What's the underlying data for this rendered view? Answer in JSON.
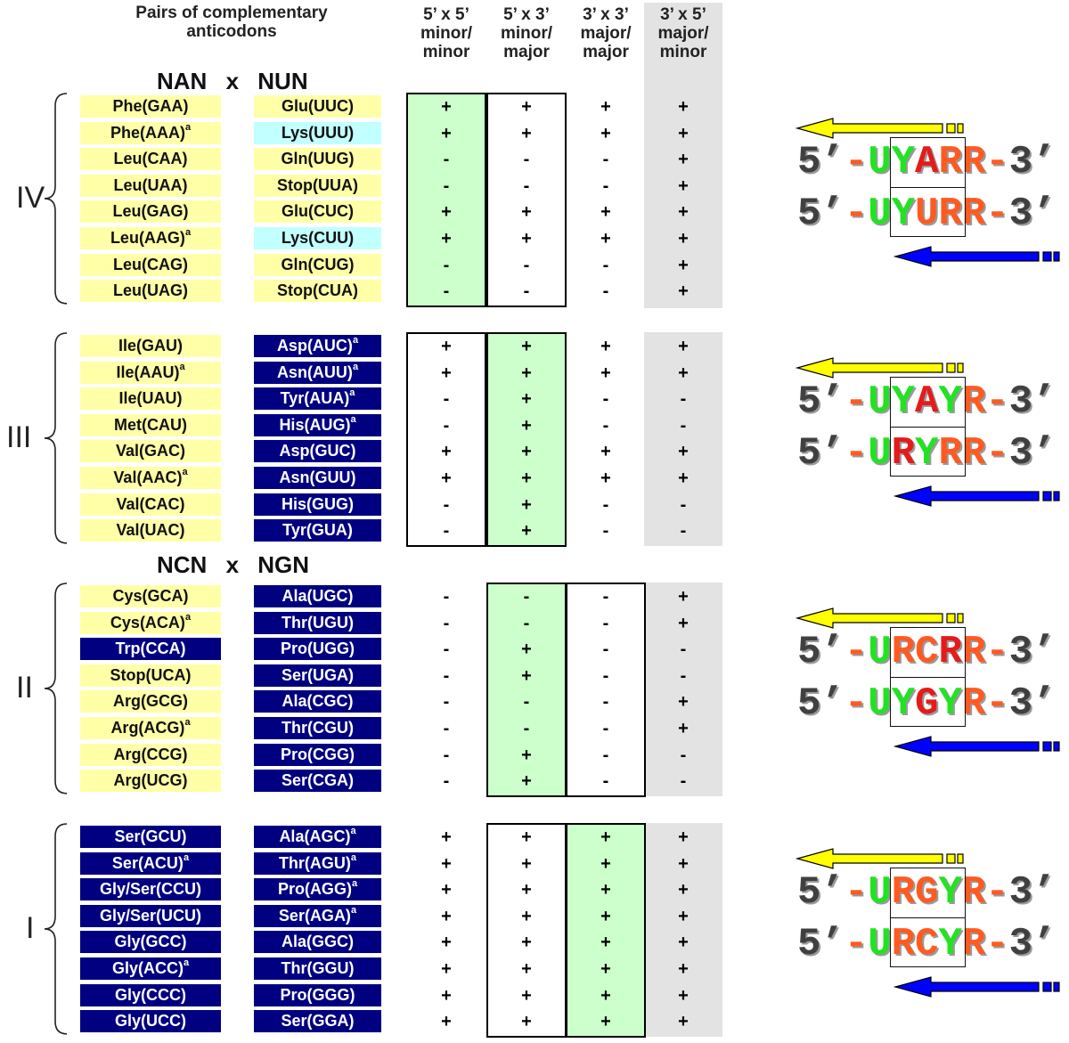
{
  "header": {
    "pairs_title_1": "Pairs of complementary",
    "pairs_title_2": "anticodons",
    "col_labels": [
      [
        "5’ x 5’",
        "minor/",
        "minor"
      ],
      [
        "5’ x 3’",
        "minor/",
        "major"
      ],
      [
        "3’ x 3’",
        "major/",
        "major"
      ],
      [
        "3’ x 5’",
        "major/",
        "minor"
      ]
    ]
  },
  "pair_titles": {
    "nan": [
      "NAN",
      "x",
      "NUN"
    ],
    "ncn": [
      "NCN",
      "x",
      "NGN"
    ]
  },
  "groups": [
    {
      "roman": "IV",
      "highlight_column": 0,
      "boxed_column": 1,
      "rows": [
        {
          "left": "Phe(GAA)",
          "left_sup": "",
          "left_color": "yellow",
          "right": "Glu(UUC)",
          "right_sup": "",
          "right_color": "yellow",
          "marks": [
            "+",
            "+",
            "+",
            "+"
          ]
        },
        {
          "left": "Phe(AAA)",
          "left_sup": "a",
          "left_color": "yellow",
          "right": "Lys(UUU)",
          "right_sup": "",
          "right_color": "cyan",
          "marks": [
            "+",
            "+",
            "+",
            "+"
          ]
        },
        {
          "left": "Leu(CAA)",
          "left_sup": "",
          "left_color": "yellow",
          "right": "Gln(UUG)",
          "right_sup": "",
          "right_color": "yellow",
          "marks": [
            "-",
            "-",
            "-",
            "+"
          ]
        },
        {
          "left": "Leu(UAA)",
          "left_sup": "",
          "left_color": "yellow",
          "right": "Stop(UUA)",
          "right_sup": "",
          "right_color": "yellow",
          "marks": [
            "-",
            "-",
            "-",
            "+"
          ]
        },
        {
          "left": "Leu(GAG)",
          "left_sup": "",
          "left_color": "yellow",
          "right": "Glu(CUC)",
          "right_sup": "",
          "right_color": "yellow",
          "marks": [
            "+",
            "+",
            "+",
            "+"
          ]
        },
        {
          "left": "Leu(AAG)",
          "left_sup": "a",
          "left_color": "yellow",
          "right": "Lys(CUU)",
          "right_sup": "",
          "right_color": "cyan",
          "marks": [
            "+",
            "+",
            "+",
            "+"
          ]
        },
        {
          "left": "Leu(CAG)",
          "left_sup": "",
          "left_color": "yellow",
          "right": "Gln(CUG)",
          "right_sup": "",
          "right_color": "yellow",
          "marks": [
            "-",
            "-",
            "-",
            "+"
          ]
        },
        {
          "left": "Leu(UAG)",
          "left_sup": "",
          "left_color": "yellow",
          "right": "Stop(CUA)",
          "right_sup": "",
          "right_color": "yellow",
          "marks": [
            "-",
            "-",
            "-",
            "+"
          ]
        }
      ],
      "motifs": [
        [
          [
            "5’-",
            "gray"
          ],
          [
            "U",
            "green"
          ],
          [
            "Y",
            "green"
          ],
          [
            "A",
            "red"
          ],
          [
            "R",
            "orange"
          ],
          [
            "R",
            "orange"
          ],
          [
            "-3’",
            "orangegray"
          ]
        ],
        [
          [
            "5’-",
            "gray"
          ],
          [
            "U",
            "green"
          ],
          [
            "Y",
            "green"
          ],
          [
            "U",
            "orange"
          ],
          [
            "R",
            "orange"
          ],
          [
            "R",
            "orange"
          ],
          [
            "-3’",
            "orangegray"
          ]
        ]
      ]
    },
    {
      "roman": "III",
      "highlight_column": 1,
      "boxed_column": 0,
      "rows": [
        {
          "left": "Ile(GAU)",
          "left_sup": "",
          "left_color": "yellow",
          "right": "Asp(AUC)",
          "right_sup": "a",
          "right_color": "blue",
          "marks": [
            "+",
            "+",
            "+",
            "+"
          ]
        },
        {
          "left": "Ile(AAU)",
          "left_sup": "a",
          "left_color": "yellow",
          "right": "Asn(AUU)",
          "right_sup": "a",
          "right_color": "blue",
          "marks": [
            "+",
            "+",
            "+",
            "+"
          ]
        },
        {
          "left": "Ile(UAU)",
          "left_sup": "",
          "left_color": "yellow",
          "right": "Tyr(AUA)",
          "right_sup": "a",
          "right_color": "blue",
          "marks": [
            "-",
            "+",
            "-",
            "-"
          ]
        },
        {
          "left": "Met(CAU)",
          "left_sup": "",
          "left_color": "yellow",
          "right": "His(AUG)",
          "right_sup": "a",
          "right_color": "blue",
          "marks": [
            "-",
            "+",
            "-",
            "-"
          ]
        },
        {
          "left": "Val(GAC)",
          "left_sup": "",
          "left_color": "yellow",
          "right": "Asp(GUC)",
          "right_sup": "",
          "right_color": "blue",
          "marks": [
            "+",
            "+",
            "+",
            "+"
          ]
        },
        {
          "left": "Val(AAC)",
          "left_sup": "a",
          "left_color": "yellow",
          "right": "Asn(GUU)",
          "right_sup": "",
          "right_color": "blue",
          "marks": [
            "+",
            "+",
            "+",
            "+"
          ]
        },
        {
          "left": "Val(CAC)",
          "left_sup": "",
          "left_color": "yellow",
          "right": "His(GUG)",
          "right_sup": "",
          "right_color": "blue",
          "marks": [
            "-",
            "+",
            "-",
            "-"
          ]
        },
        {
          "left": "Val(UAC)",
          "left_sup": "",
          "left_color": "yellow",
          "right": "Tyr(GUA)",
          "right_sup": "",
          "right_color": "blue",
          "marks": [
            "-",
            "+",
            "-",
            "-"
          ]
        }
      ],
      "motifs": [
        [
          [
            "5’-",
            "gray"
          ],
          [
            "U",
            "green"
          ],
          [
            "Y",
            "green"
          ],
          [
            "A",
            "red"
          ],
          [
            "Y",
            "green"
          ],
          [
            "R",
            "orange"
          ],
          [
            "-3’",
            "orangegray"
          ]
        ],
        [
          [
            "5’-",
            "gray"
          ],
          [
            "U",
            "green"
          ],
          [
            "R",
            "red"
          ],
          [
            "Y",
            "green"
          ],
          [
            "R",
            "orange"
          ],
          [
            "R",
            "orange"
          ],
          [
            "-3’",
            "orangegray"
          ]
        ]
      ]
    },
    {
      "roman": "II",
      "highlight_column": 1,
      "boxed_column": 2,
      "rows": [
        {
          "left": "Cys(GCA)",
          "left_sup": "",
          "left_color": "yellow",
          "right": "Ala(UGC)",
          "right_sup": "",
          "right_color": "blue",
          "marks": [
            "-",
            "-",
            "-",
            "+"
          ]
        },
        {
          "left": "Cys(ACA)",
          "left_sup": "a",
          "left_color": "yellow",
          "right": "Thr(UGU)",
          "right_sup": "",
          "right_color": "blue",
          "marks": [
            "-",
            "-",
            "-",
            "+"
          ]
        },
        {
          "left": "Trp(CCA)",
          "left_sup": "",
          "left_color": "blue",
          "right": "Pro(UGG)",
          "right_sup": "",
          "right_color": "blue",
          "marks": [
            "-",
            "+",
            "-",
            "-"
          ]
        },
        {
          "left": "Stop(UCA)",
          "left_sup": "",
          "left_color": "yellow",
          "right": "Ser(UGA)",
          "right_sup": "",
          "right_color": "blue",
          "marks": [
            "-",
            "+",
            "-",
            "-"
          ]
        },
        {
          "left": "Arg(GCG)",
          "left_sup": "",
          "left_color": "yellow",
          "right": "Ala(CGC)",
          "right_sup": "",
          "right_color": "blue",
          "marks": [
            "-",
            "-",
            "-",
            "+"
          ]
        },
        {
          "left": "Arg(ACG)",
          "left_sup": "a",
          "left_color": "yellow",
          "right": "Thr(CGU)",
          "right_sup": "",
          "right_color": "blue",
          "marks": [
            "-",
            "-",
            "-",
            "+"
          ]
        },
        {
          "left": "Arg(CCG)",
          "left_sup": "",
          "left_color": "yellow",
          "right": "Pro(CGG)",
          "right_sup": "",
          "right_color": "blue",
          "marks": [
            "-",
            "+",
            "-",
            "-"
          ]
        },
        {
          "left": "Arg(UCG)",
          "left_sup": "",
          "left_color": "yellow",
          "right": "Ser(CGA)",
          "right_sup": "",
          "right_color": "blue",
          "marks": [
            "-",
            "+",
            "-",
            "-"
          ]
        }
      ],
      "motifs": [
        [
          [
            "5’-",
            "gray"
          ],
          [
            "U",
            "green"
          ],
          [
            "R",
            "orange"
          ],
          [
            "C",
            "orange"
          ],
          [
            "R",
            "red"
          ],
          [
            "R",
            "orange"
          ],
          [
            "-3’",
            "orangegray"
          ]
        ],
        [
          [
            "5’-",
            "gray"
          ],
          [
            "U",
            "green"
          ],
          [
            "Y",
            "green"
          ],
          [
            "G",
            "red"
          ],
          [
            "Y",
            "green"
          ],
          [
            "R",
            "orange"
          ],
          [
            "-3’",
            "orangegray"
          ]
        ]
      ]
    },
    {
      "roman": "I",
      "highlight_column": 2,
      "boxed_column": 1,
      "rows": [
        {
          "left": "Ser(GCU)",
          "left_sup": "",
          "left_color": "blue",
          "right": "Ala(AGC)",
          "right_sup": "a",
          "right_color": "blue",
          "marks": [
            "+",
            "+",
            "+",
            "+"
          ]
        },
        {
          "left": "Ser(ACU)",
          "left_sup": "a",
          "left_color": "blue",
          "right": "Thr(AGU)",
          "right_sup": "a",
          "right_color": "blue",
          "marks": [
            "+",
            "+",
            "+",
            "+"
          ]
        },
        {
          "left": "Gly/Ser(CCU)",
          "left_sup": "",
          "left_color": "blue",
          "right": "Pro(AGG)",
          "right_sup": "a",
          "right_color": "blue",
          "marks": [
            "+",
            "+",
            "+",
            "+"
          ]
        },
        {
          "left": "Gly/Ser(UCU)",
          "left_sup": "",
          "left_color": "blue",
          "right": "Ser(AGA)",
          "right_sup": "a",
          "right_color": "blue",
          "marks": [
            "+",
            "+",
            "+",
            "+"
          ]
        },
        {
          "left": "Gly(GCC)",
          "left_sup": "",
          "left_color": "blue",
          "right": "Ala(GGC)",
          "right_sup": "",
          "right_color": "blue",
          "marks": [
            "+",
            "+",
            "+",
            "+"
          ]
        },
        {
          "left": "Gly(ACC)",
          "left_sup": "a",
          "left_color": "blue",
          "right": "Thr(GGU)",
          "right_sup": "",
          "right_color": "blue",
          "marks": [
            "+",
            "+",
            "+",
            "+"
          ]
        },
        {
          "left": "Gly(CCC)",
          "left_sup": "",
          "left_color": "blue",
          "right": "Pro(GGG)",
          "right_sup": "",
          "right_color": "blue",
          "marks": [
            "+",
            "+",
            "+",
            "+"
          ]
        },
        {
          "left": "Gly(UCC)",
          "left_sup": "",
          "left_color": "blue",
          "right": "Ser(GGA)",
          "right_sup": "",
          "right_color": "blue",
          "marks": [
            "+",
            "+",
            "+",
            "+"
          ]
        }
      ],
      "motifs": [
        [
          [
            "5’-",
            "gray"
          ],
          [
            "U",
            "green"
          ],
          [
            "R",
            "orange"
          ],
          [
            "G",
            "orange"
          ],
          [
            "Y",
            "green"
          ],
          [
            "R",
            "orange"
          ],
          [
            "-3’",
            "orangegray"
          ]
        ],
        [
          [
            "5’-",
            "gray"
          ],
          [
            "U",
            "green"
          ],
          [
            "R",
            "orange"
          ],
          [
            "C",
            "orange"
          ],
          [
            "Y",
            "green"
          ],
          [
            "R",
            "orange"
          ],
          [
            "-3’",
            "orangegray"
          ]
        ]
      ]
    }
  ],
  "colors": {
    "yellow": "#ffffa8",
    "blue": "#000080",
    "cyan": "#c2ffff",
    "highlight_green": "#ccffcc",
    "shade_gray": "#e3e3e3",
    "arrow_yellow": "#ffff00",
    "arrow_blue": "#0000ff",
    "motif_green": "#22e322",
    "motif_orange": "#ff5a22",
    "motif_red": "#e51b1b"
  },
  "icons": [
    "brace-icon",
    "yellow-arrow-left-icon",
    "blue-arrow-left-icon"
  ]
}
